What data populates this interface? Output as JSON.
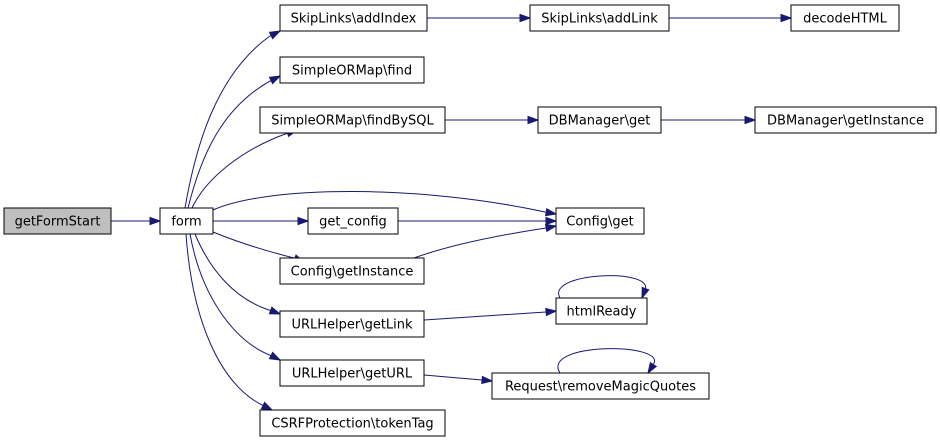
{
  "diagram": {
    "type": "call-graph",
    "colors": {
      "edge": "#191970",
      "root_fill": "#bfbfbf",
      "node_fill": "#ffffff",
      "border": "#000000"
    },
    "nodes": [
      {
        "id": "getFormStart",
        "label": "getFormStart",
        "root": true
      },
      {
        "id": "form",
        "label": "form"
      },
      {
        "id": "skiplinks_addindex",
        "label": "SkipLinks\\addIndex"
      },
      {
        "id": "skiplinks_addlink",
        "label": "SkipLinks\\addLink"
      },
      {
        "id": "decodehtml",
        "label": "decodeHTML"
      },
      {
        "id": "simpleormap_find",
        "label": "SimpleORMap\\find"
      },
      {
        "id": "simpleormap_findbysql",
        "label": "SimpleORMap\\findBySQL"
      },
      {
        "id": "dbmanager_get",
        "label": "DBManager\\get"
      },
      {
        "id": "dbmanager_getinstance",
        "label": "DBManager\\getInstance"
      },
      {
        "id": "get_config",
        "label": "get_config"
      },
      {
        "id": "config_get",
        "label": "Config\\get"
      },
      {
        "id": "config_getinstance",
        "label": "Config\\getInstance"
      },
      {
        "id": "htmlready",
        "label": "htmlReady"
      },
      {
        "id": "urlhelper_getlink",
        "label": "URLHelper\\getLink"
      },
      {
        "id": "urlhelper_geturl",
        "label": "URLHelper\\getURL"
      },
      {
        "id": "request_removemagicquotes",
        "label": "Request\\removeMagicQuotes"
      },
      {
        "id": "csrfprotection_tokentag",
        "label": "CSRFProtection\\tokenTag"
      }
    ],
    "edges": [
      {
        "from": "getFormStart",
        "to": "form"
      },
      {
        "from": "form",
        "to": "skiplinks_addindex"
      },
      {
        "from": "form",
        "to": "simpleormap_find"
      },
      {
        "from": "form",
        "to": "simpleormap_findbysql"
      },
      {
        "from": "form",
        "to": "config_get"
      },
      {
        "from": "form",
        "to": "get_config"
      },
      {
        "from": "form",
        "to": "config_getinstance"
      },
      {
        "from": "form",
        "to": "urlhelper_getlink"
      },
      {
        "from": "form",
        "to": "urlhelper_geturl"
      },
      {
        "from": "form",
        "to": "csrfprotection_tokentag"
      },
      {
        "from": "skiplinks_addindex",
        "to": "skiplinks_addlink"
      },
      {
        "from": "skiplinks_addlink",
        "to": "decodehtml"
      },
      {
        "from": "simpleormap_findbysql",
        "to": "dbmanager_get"
      },
      {
        "from": "dbmanager_get",
        "to": "dbmanager_getinstance"
      },
      {
        "from": "get_config",
        "to": "config_get"
      },
      {
        "from": "config_getinstance",
        "to": "config_get"
      },
      {
        "from": "urlhelper_getlink",
        "to": "htmlready"
      },
      {
        "from": "htmlready",
        "to": "htmlready"
      },
      {
        "from": "urlhelper_geturl",
        "to": "request_removemagicquotes"
      },
      {
        "from": "request_removemagicquotes",
        "to": "request_removemagicquotes"
      }
    ]
  }
}
